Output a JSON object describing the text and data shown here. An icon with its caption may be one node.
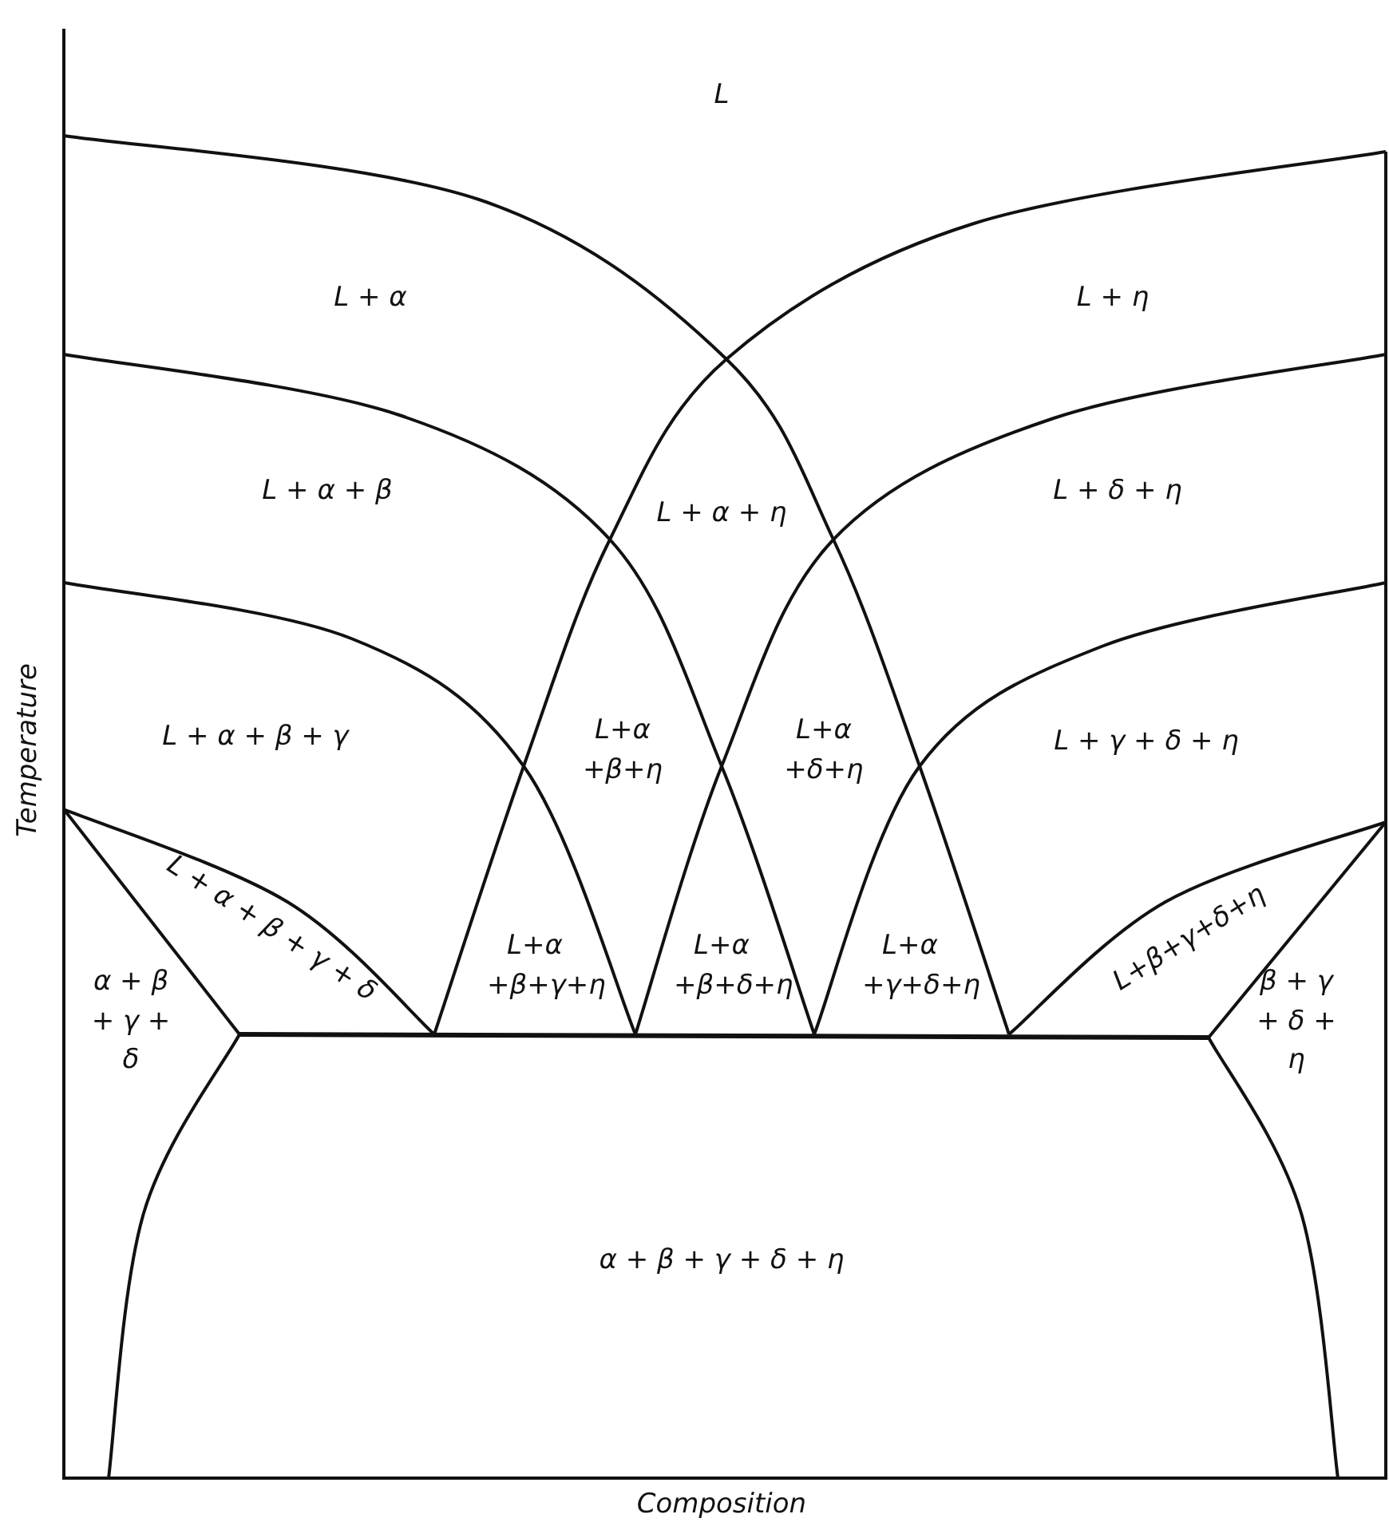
{
  "diagram": {
    "labels": [
      "L",
      "L + α",
      "L + η",
      "L + α + β",
      "L + α + η",
      "L + δ + η",
      "L + α + β + γ",
      "L+α +β+η",
      "L+α +δ+η",
      "L + γ + δ + η",
      "L + α + β + γ + δ",
      "L+α +β+γ+η",
      "L+α +β+δ+η",
      "L+α +γ+δ+η",
      "L+β+γ+δ+η",
      "α + β + γ + δ",
      "β + γ + δ + η",
      "α + β + γ + δ + η",
      "Temperature",
      "Composition"
    ]
  }
}
